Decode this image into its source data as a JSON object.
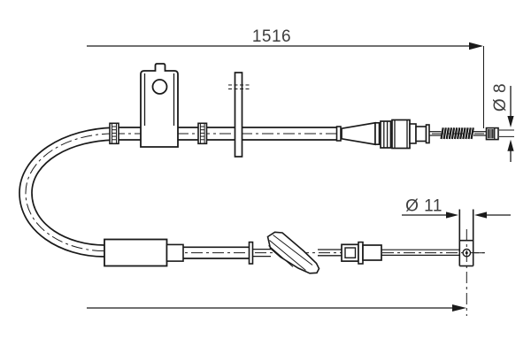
{
  "drawing": {
    "background": "#ffffff",
    "line_color": "#1a1a1a",
    "text_color": "#3d3d3d",
    "dim_length": {
      "value": "1516"
    },
    "dim_end_diameter": {
      "value": "Ø 8"
    },
    "dim_eye_diameter": {
      "value": "Ø 11"
    }
  }
}
